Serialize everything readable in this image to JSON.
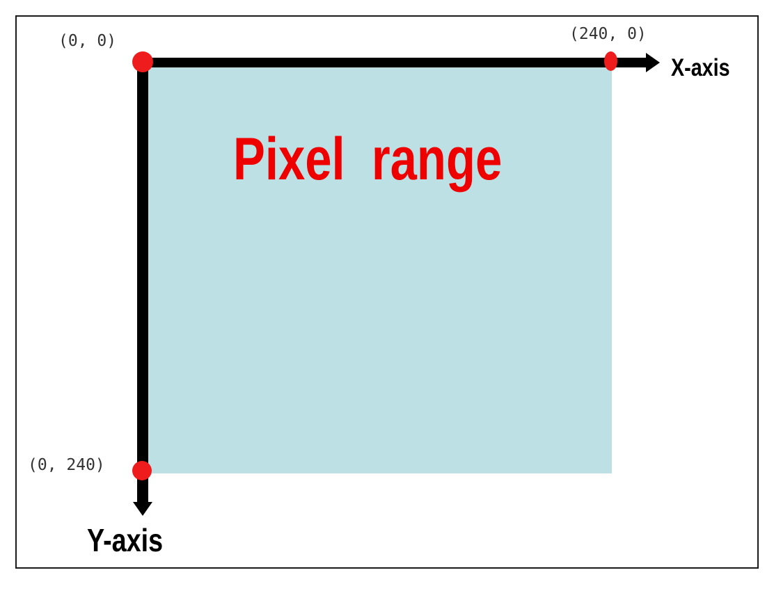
{
  "title": "Pixel  range",
  "axes": {
    "x_label": "X-axis",
    "y_label": "Y-axis"
  },
  "points": {
    "origin": "(0, 0)",
    "x_end": "(240, 0)",
    "y_end": "(0, 240)"
  },
  "colors": {
    "area": "#bde0e4",
    "axis": "#000000",
    "point": "#ee1c1c",
    "title": "#ee0000"
  }
}
